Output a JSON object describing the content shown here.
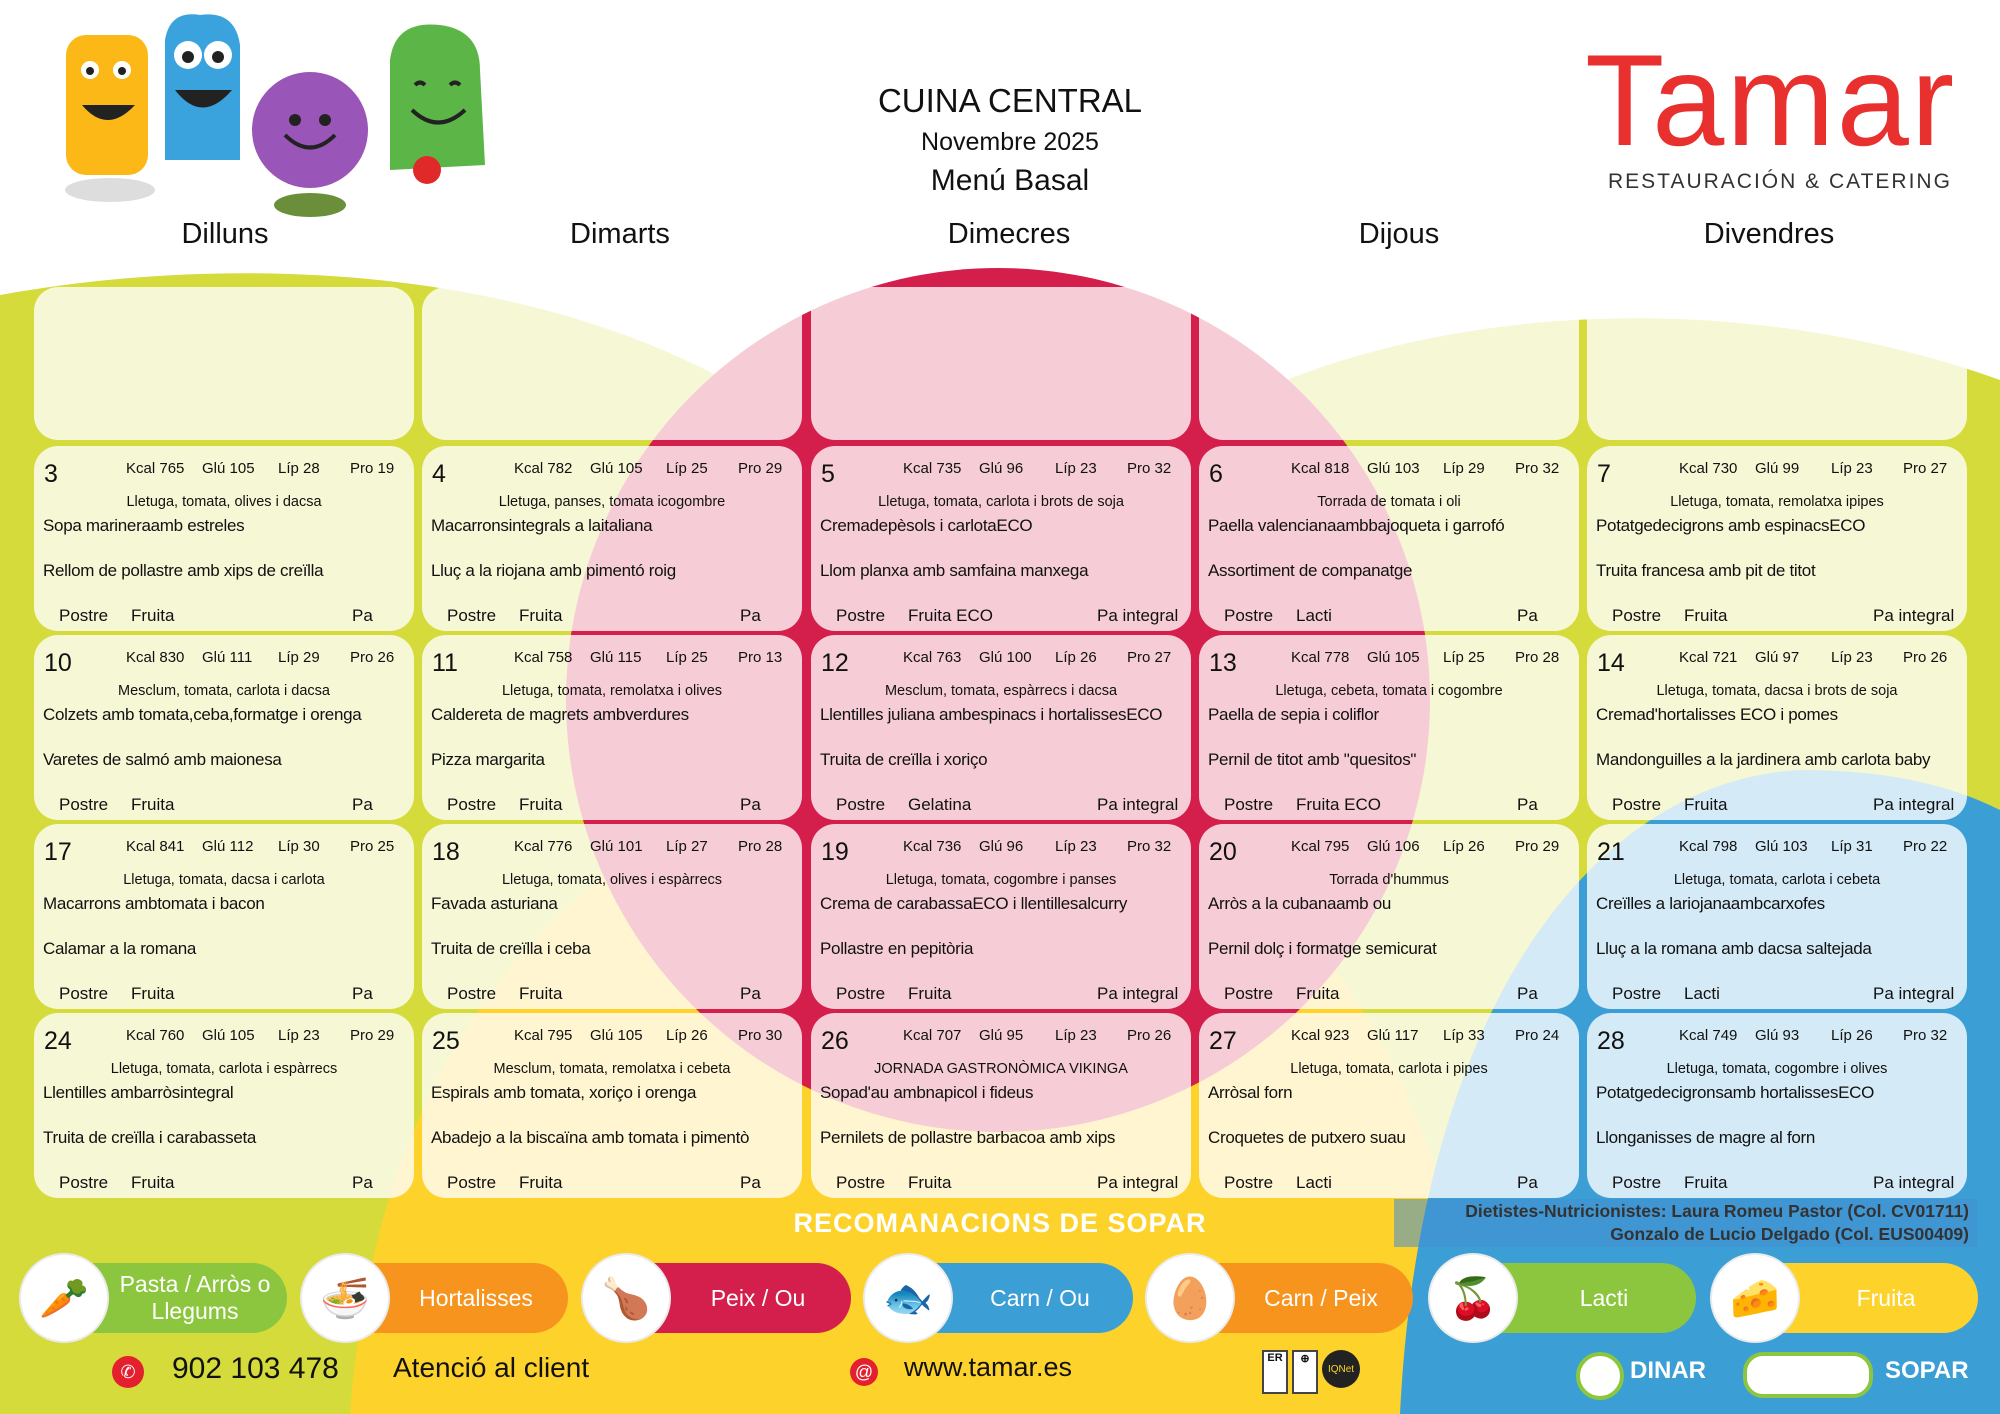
{
  "header": {
    "title": "CUINA CENTRAL",
    "month": "Novembre 2025",
    "menu": "Menú Basal",
    "days": [
      "Dilluns",
      "Dimarts",
      "Dimecres",
      "Dijous",
      "Divendres"
    ]
  },
  "logo": {
    "name": "Tamar",
    "tagline": "RESTAURACIÓN & CATERING"
  },
  "labels": {
    "kcal": "Kcal",
    "glu": "Glú",
    "lip": "Líp",
    "pro": "Pro",
    "dessert": "Postre"
  },
  "weeks": [
    [
      {
        "day": "3",
        "kcal": "765",
        "glu": "105",
        "lip": "28",
        "pro": "19",
        "salad": "Lletuga, tomata, olives i dacsa",
        "first": "Sopa marineraamb estreles",
        "second": "Rellom de pollastre amb xips de creïlla",
        "dessert": "Fruita",
        "bread": "Pa"
      },
      {
        "day": "4",
        "kcal": "782",
        "glu": "105",
        "lip": "25",
        "pro": "29",
        "salad": "Lletuga, panses, tomata icogombre",
        "first": "Macarronsintegrals a laitaliana",
        "second": "Lluç a la riojana amb pimentó roig",
        "dessert": "Fruita",
        "bread": "Pa"
      },
      {
        "day": "5",
        "kcal": "735",
        "glu": "96",
        "lip": "23",
        "pro": "32",
        "salad": "Lletuga, tomata, carlota i brots de soja",
        "first": "Cremadepèsols i carlotaECO",
        "second": "Llom planxa amb samfaina manxega",
        "dessert": "Fruita ECO",
        "bread": "Pa integral"
      },
      {
        "day": "6",
        "kcal": "818",
        "glu": "103",
        "lip": "29",
        "pro": "32",
        "salad": "Torrada de tomata i oli",
        "first": "Paella valencianaambbajoqueta i garrofó",
        "second": "Assortiment de companatge",
        "dessert": "Lacti",
        "bread": "Pa"
      },
      {
        "day": "7",
        "kcal": "730",
        "glu": "99",
        "lip": "23",
        "pro": "27",
        "salad": "Lletuga, tomata, remolatxa ipipes",
        "first": "Potatgedecigrons amb espinacsECO",
        "second": "Truita francesa amb pit de titot",
        "dessert": "Fruita",
        "bread": "Pa integral"
      }
    ],
    [
      {
        "day": "10",
        "kcal": "830",
        "glu": "111",
        "lip": "29",
        "pro": "26",
        "salad": "Mesclum, tomata, carlota i dacsa",
        "first": "Colzets amb tomata,ceba,formatge i orenga",
        "second": "Varetes de salmó amb maionesa",
        "dessert": "Fruita",
        "bread": "Pa"
      },
      {
        "day": "11",
        "kcal": "758",
        "glu": "115",
        "lip": "25",
        "pro": "13",
        "salad": "Lletuga, tomata, remolatxa i olives",
        "first": "Caldereta de magrets ambverdures",
        "second": "Pizza margarita",
        "dessert": "Fruita",
        "bread": "Pa"
      },
      {
        "day": "12",
        "kcal": "763",
        "glu": "100",
        "lip": "26",
        "pro": "27",
        "salad": "Mesclum, tomata, espàrrecs i dacsa",
        "first": "Llentilles juliana ambespinacs i hortalissesECO",
        "second": "Truita de creïlla i xoriço",
        "dessert": "Gelatina",
        "bread": "Pa integral"
      },
      {
        "day": "13",
        "kcal": "778",
        "glu": "105",
        "lip": "25",
        "pro": "28",
        "salad": "Lletuga, cebeta, tomata i cogombre",
        "first": "Paella de sepia i coliflor",
        "second": "Pernil de titot amb \"quesitos\"",
        "dessert": "Fruita ECO",
        "bread": "Pa"
      },
      {
        "day": "14",
        "kcal": "721",
        "glu": "97",
        "lip": "23",
        "pro": "26",
        "salad": "Lletuga, tomata, dacsa i brots de soja",
        "first": "Cremad'hortalisses ECO i pomes",
        "second": "Mandonguilles a la jardinera amb carlota baby",
        "dessert": "Fruita",
        "bread": "Pa integral"
      }
    ],
    [
      {
        "day": "17",
        "kcal": "841",
        "glu": "112",
        "lip": "30",
        "pro": "25",
        "salad": "Lletuga, tomata, dacsa i carlota",
        "first": "Macarrons ambtomata i bacon",
        "second": "Calamar a la romana",
        "dessert": "Fruita",
        "bread": "Pa"
      },
      {
        "day": "18",
        "kcal": "776",
        "glu": "101",
        "lip": "27",
        "pro": "28",
        "salad": "Lletuga, tomata, olives i espàrrecs",
        "first": "Favada asturiana",
        "second": "Truita de creïlla i ceba",
        "dessert": "Fruita",
        "bread": "Pa"
      },
      {
        "day": "19",
        "kcal": "736",
        "glu": "96",
        "lip": "23",
        "pro": "32",
        "salad": "Lletuga, tomata, cogombre i panses",
        "first": "Crema de carabassaECO i llentillesalcurry",
        "second": "Pollastre en pepitòria",
        "dessert": "Fruita",
        "bread": "Pa integral"
      },
      {
        "day": "20",
        "kcal": "795",
        "glu": "106",
        "lip": "26",
        "pro": "29",
        "salad": "Torrada d'hummus",
        "first": "Arròs a la cubanaamb ou",
        "second": "Pernil dolç i formatge semicurat",
        "dessert": "Fruita",
        "bread": "Pa"
      },
      {
        "day": "21",
        "kcal": "798",
        "glu": "103",
        "lip": "31",
        "pro": "22",
        "salad": "Lletuga, tomata, carlota i cebeta",
        "first": "Creïlles a lariojanaambcarxofes",
        "second": "Lluç a la romana amb dacsa saltejada",
        "dessert": "Lacti",
        "bread": "Pa integral"
      }
    ],
    [
      {
        "day": "24",
        "kcal": "760",
        "glu": "105",
        "lip": "23",
        "pro": "29",
        "salad": "Lletuga, tomata, carlota i espàrrecs",
        "first": "Llentilles ambarròsintegral",
        "second": "Truita de creïlla i carabasseta",
        "dessert": "Fruita",
        "bread": "Pa"
      },
      {
        "day": "25",
        "kcal": "795",
        "glu": "105",
        "lip": "26",
        "pro": "30",
        "salad": "Mesclum, tomata, remolatxa i cebeta",
        "first": "Espirals amb tomata, xoriço i orenga",
        "second": "Abadejo a la biscaïna amb tomata i pimentò",
        "dessert": "Fruita",
        "bread": "Pa"
      },
      {
        "day": "26",
        "kcal": "707",
        "glu": "95",
        "lip": "23",
        "pro": "26",
        "salad": "JORNADA GASTRONÒMICA VIKINGA",
        "first": "Sopad'au ambnapicol i fideus",
        "second": "Pernilets de pollastre barbacoa amb xips",
        "dessert": "Fruita",
        "bread": "Pa integral"
      },
      {
        "day": "27",
        "kcal": "923",
        "glu": "117",
        "lip": "33",
        "pro": "24",
        "salad": "Lletuga, tomata, carlota i pipes",
        "first": "Arròsal forn",
        "second": "Croquetes de putxero suau",
        "dessert": "Lacti",
        "bread": "Pa"
      },
      {
        "day": "28",
        "kcal": "749",
        "glu": "93",
        "lip": "26",
        "pro": "32",
        "salad": "Lletuga, tomata, cogombre i olives",
        "first": "Potatgedecigronsamb hortalissesECO",
        "second": "Llonganisses de magre al forn",
        "dessert": "Fruita",
        "bread": "Pa integral"
      }
    ]
  ],
  "recommendations": {
    "title": "RECOMANACIONS DE SOPAR",
    "items": [
      {
        "label": "Pasta / Arròs o Llegums",
        "icon": "vegetables-icon",
        "color": "#8cc63f"
      },
      {
        "label": "Hortalisses",
        "icon": "pasta-rice-icon",
        "color": "#f7941d"
      },
      {
        "label": "Peix / Ou",
        "icon": "meat-icon",
        "color": "#d41f4c"
      },
      {
        "label": "Carn / Ou",
        "icon": "fish-icon",
        "color": "#3b9fd6"
      },
      {
        "label": "Carn / Peix",
        "icon": "eggs-icon",
        "color": "#f7941d"
      },
      {
        "label": "Lacti",
        "icon": "fruit-icon",
        "color": "#8cc63f"
      },
      {
        "label": "Fruita",
        "icon": "dairy-icon",
        "color": "#fdd22b"
      }
    ]
  },
  "dietitians": {
    "line1": "Dietistes-Nutricionistes: Laura Romeu Pastor (Col. CV01711)",
    "line2": "Gonzalo de Lucio Delgado (Col. EUS00409)"
  },
  "footer": {
    "phone": "902 103 478",
    "phone_label": "Atenció al client",
    "website": "www.tamar.es",
    "legend_lunch": "DINAR",
    "legend_dinner": "SOPAR"
  },
  "colors": {
    "green": "#d5db3b",
    "red": "#d41f4c",
    "yellow": "#fdd22b",
    "blue": "#3b9fd6",
    "brand": "#e8312f"
  }
}
